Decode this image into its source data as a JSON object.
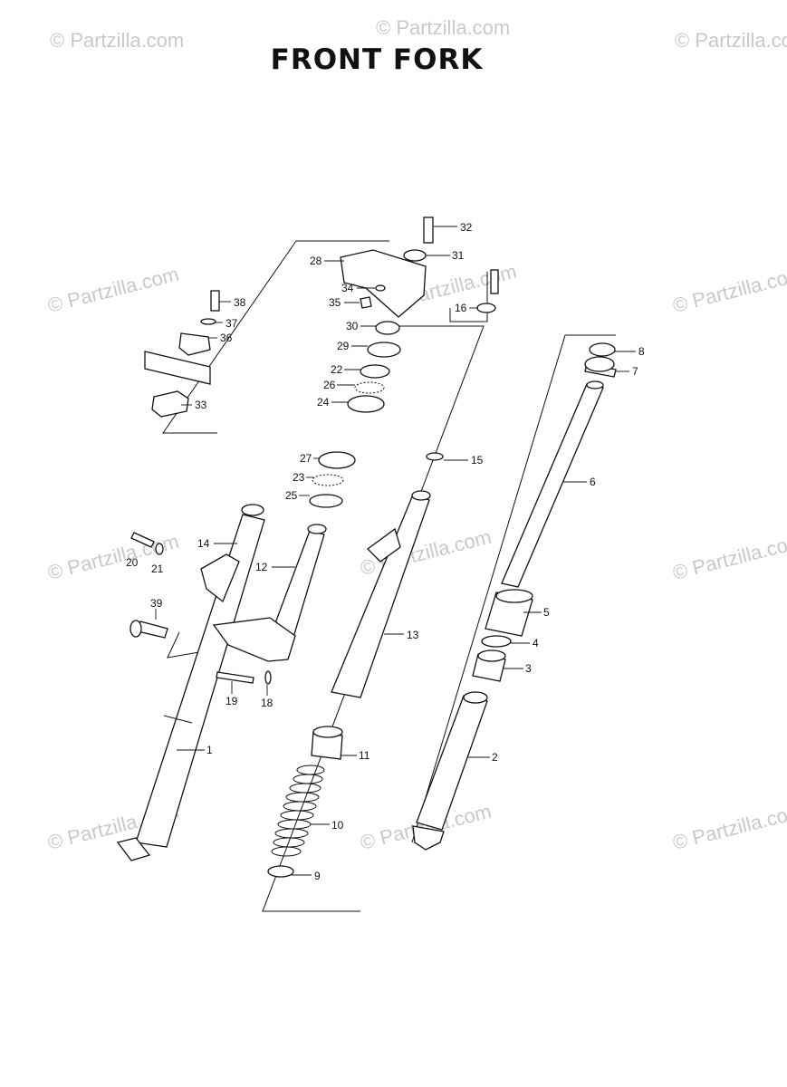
{
  "title": "FRONT FORK",
  "watermark": "© Partzilla.com",
  "callouts": [
    {
      "id": "c1",
      "label": "1"
    },
    {
      "id": "c2",
      "label": "2"
    },
    {
      "id": "c3",
      "label": "3"
    },
    {
      "id": "c4",
      "label": "4"
    },
    {
      "id": "c5",
      "label": "5"
    },
    {
      "id": "c6",
      "label": "6"
    },
    {
      "id": "c7",
      "label": "7"
    },
    {
      "id": "c8",
      "label": "8"
    },
    {
      "id": "c9",
      "label": "9"
    },
    {
      "id": "c10",
      "label": "10"
    },
    {
      "id": "c11",
      "label": "11"
    },
    {
      "id": "c12",
      "label": "12"
    },
    {
      "id": "c13",
      "label": "13"
    },
    {
      "id": "c14",
      "label": "14"
    },
    {
      "id": "c15",
      "label": "15"
    },
    {
      "id": "c16",
      "label": "16"
    },
    {
      "id": "c18",
      "label": "18"
    },
    {
      "id": "c19",
      "label": "19"
    },
    {
      "id": "c20",
      "label": "20"
    },
    {
      "id": "c21",
      "label": "21"
    },
    {
      "id": "c22",
      "label": "22"
    },
    {
      "id": "c23",
      "label": "23"
    },
    {
      "id": "c24",
      "label": "24"
    },
    {
      "id": "c25",
      "label": "25"
    },
    {
      "id": "c26",
      "label": "26"
    },
    {
      "id": "c27",
      "label": "27"
    },
    {
      "id": "c28",
      "label": "28"
    },
    {
      "id": "c29",
      "label": "29"
    },
    {
      "id": "c30",
      "label": "30"
    },
    {
      "id": "c31",
      "label": "31"
    },
    {
      "id": "c32",
      "label": "32"
    },
    {
      "id": "c33",
      "label": "33"
    },
    {
      "id": "c34",
      "label": "34"
    },
    {
      "id": "c35",
      "label": "35"
    },
    {
      "id": "c36",
      "label": "36"
    },
    {
      "id": "c37",
      "label": "37"
    },
    {
      "id": "c38",
      "label": "38"
    },
    {
      "id": "c39",
      "label": "39"
    }
  ]
}
